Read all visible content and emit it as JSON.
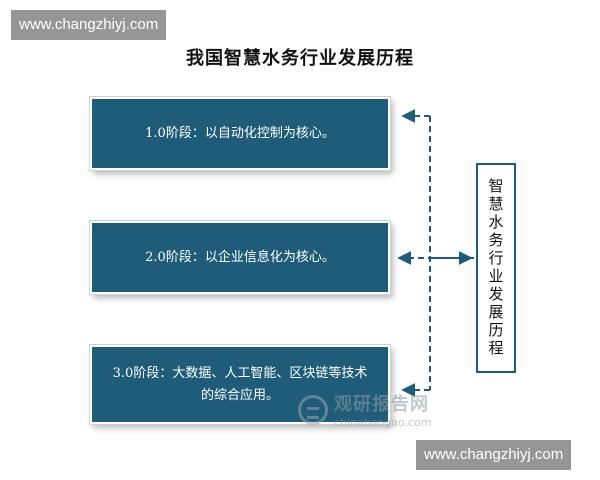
{
  "watermark_top": "www.changzhiyj.com",
  "watermark_bottom": "www.changzhiyj.com",
  "title": "我国智慧水务行业发展历程",
  "stages": [
    {
      "text": "1.0阶段：以自动化控制为核心。"
    },
    {
      "text": "2.0阶段：以企业信息化为核心。"
    },
    {
      "text": "3.0阶段：大数据、人工智能、区块链等技术的综合应用。"
    }
  ],
  "side_label": "智慧水务行业发展历程",
  "logo": {
    "name": "观研报告网",
    "site": "chinabaogao.com"
  },
  "colors": {
    "box_fill": "#1e5c7a",
    "connector": "#1e5c7a"
  }
}
